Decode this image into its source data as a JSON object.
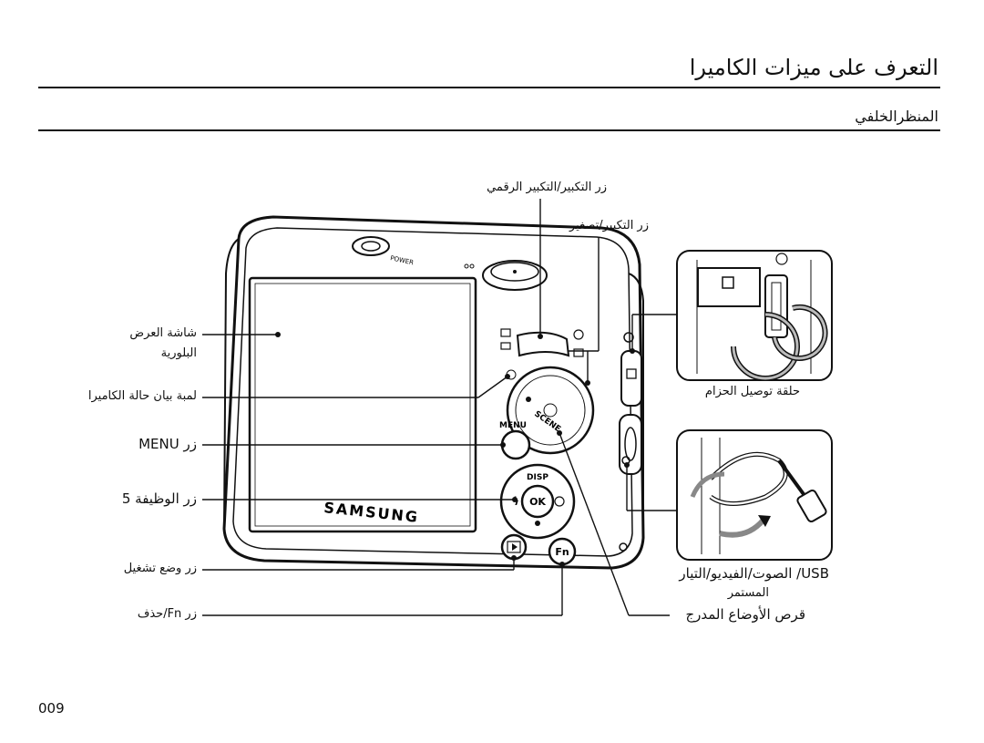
{
  "header": {
    "title": "التعرف على ميزات الكاميرا",
    "section": "المنظرالخلفي"
  },
  "labels": {
    "zoom_wide": "زر التكبير/التكبير الرقمي",
    "zoom_tele": "زر التكبير/تصغير",
    "display_line1": "شاشة العرض",
    "display_line2": "البلورية",
    "status_lamp": "لمبة بيان حالة الكاميرا",
    "menu_button": "زر MENU",
    "function_button": "زر الوظيفة 5",
    "play_button": "زر وضع تشغيل",
    "fn_delete_button": "زر Fn/حذف",
    "strap_eyelet": "حلقة توصيل الحزام",
    "usb_line1": "USB/ الصوت/الفيديو/التيار",
    "usb_line2": "المستمر",
    "mode_dial": "قرص الأوضاع المدرج"
  },
  "camera_markings": {
    "brand": "SAMSUNG",
    "power": "POWER",
    "menu": "MENU",
    "disp": "DISP",
    "ok": "OK",
    "fn": "Fn",
    "scene": "SCENE"
  },
  "footer": {
    "page_number": "009"
  }
}
